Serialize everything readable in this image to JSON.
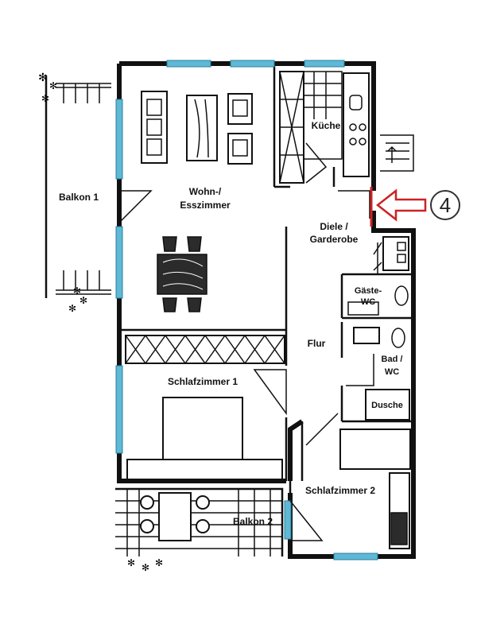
{
  "rooms": {
    "wohn": "Wohn-/",
    "ess": "Esszimmer",
    "kueche": "Küche",
    "diele": "Diele /",
    "garderobe": "Garderobe",
    "gaeste": "Gäste-",
    "wc": "WC",
    "flur": "Flur",
    "bad": "Bad /",
    "bad_wc": "WC",
    "dusche": "Dusche",
    "schlaf1": "Schlafzimmer 1",
    "schlaf2": "Schlafzimmer 2",
    "balkon1": "Balkon 1",
    "balkon2": "Balkon 2"
  },
  "entrance": {
    "marker": "4",
    "arrow_color": "#cc2222"
  },
  "colors": {
    "window": "#5fb8d6",
    "wall": "#111111"
  }
}
